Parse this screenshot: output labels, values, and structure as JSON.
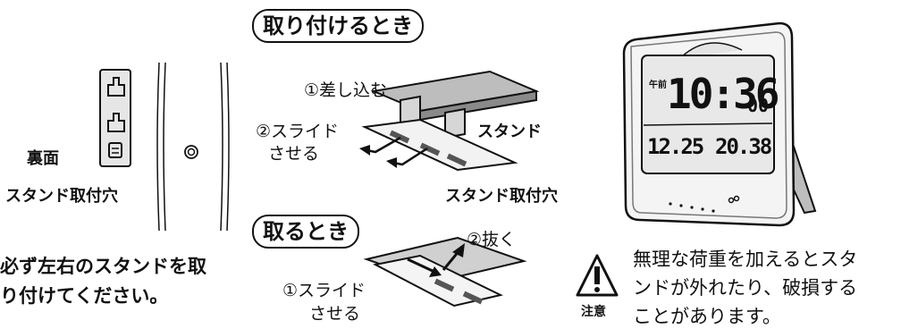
{
  "back": {
    "label": "裏面",
    "hole_label": "スタンド取付穴"
  },
  "note": {
    "line1": "必ず左右のスタンドを取",
    "line2": "り付けてください。"
  },
  "attach": {
    "title": "取り付けるとき",
    "step1": "①差し込む",
    "step2_line1": "②スライド",
    "step2_line2": "させる",
    "stand_label": "スタンド",
    "hole_label": "スタンド取付穴"
  },
  "remove": {
    "title": "取るとき",
    "step1_line1": "①スライド",
    "step1_line2": "させる",
    "step2": "②抜く"
  },
  "clock": {
    "time": "10:36",
    "seconds": "00",
    "date": "12.25",
    "temp": "20.38",
    "ampm": "午前"
  },
  "caution": {
    "badge": "注意",
    "line1": "無理な荷重を加えるとスタ",
    "line2": "ンドが外れたり、破損する",
    "line3": "ことがあります。"
  }
}
